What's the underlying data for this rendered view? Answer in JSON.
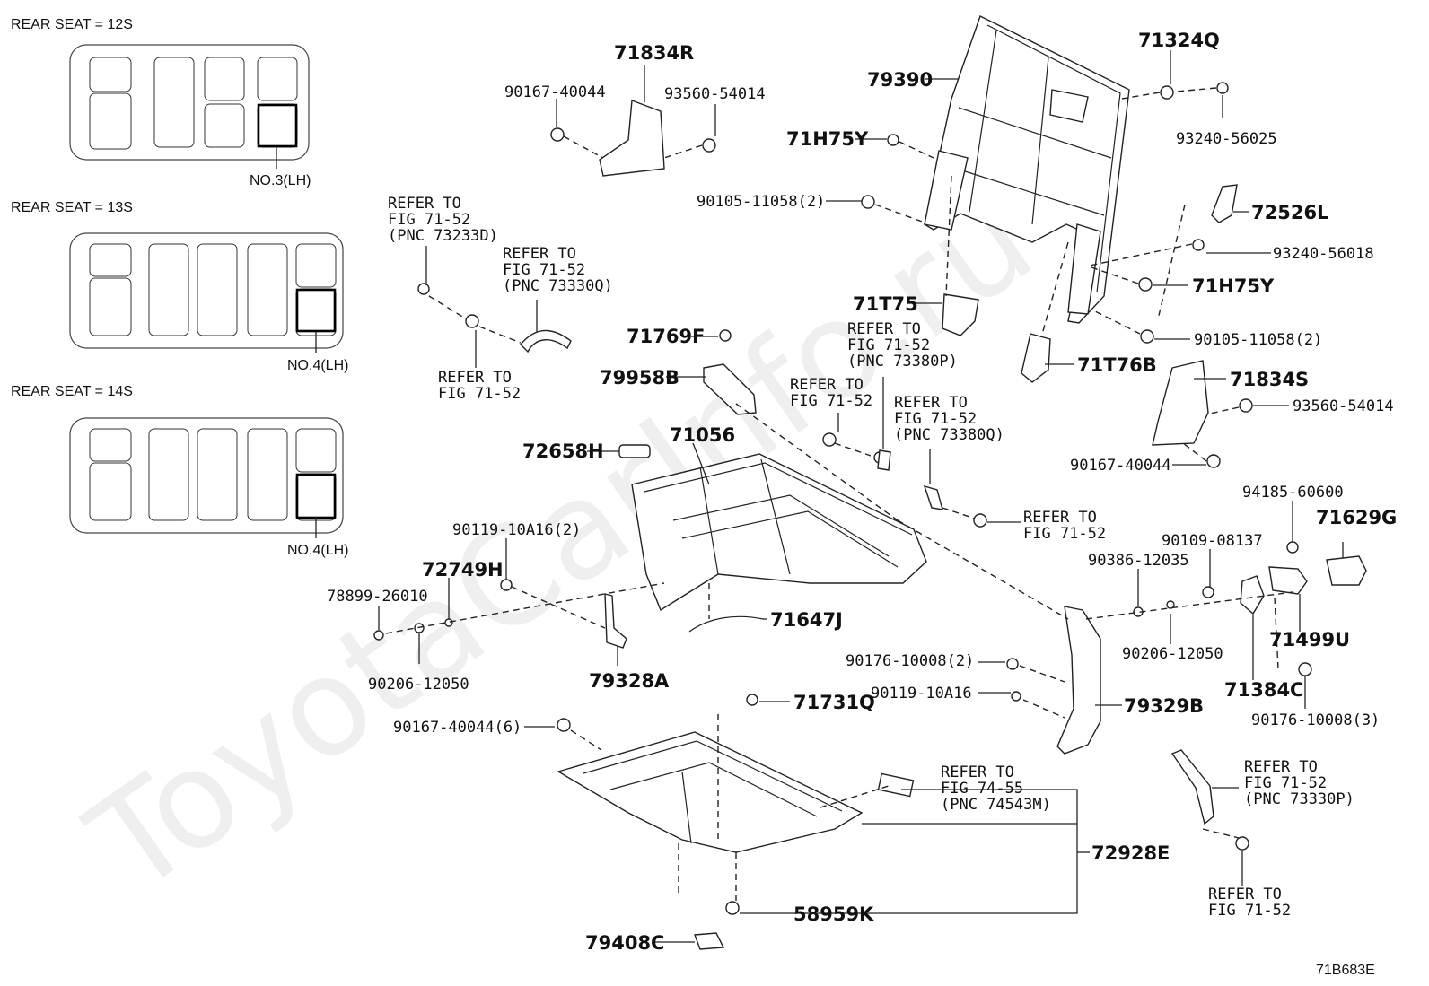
{
  "watermark": "ToyotaCarInfo.ru",
  "figure_code": "71B683E",
  "seat_maps": [
    {
      "title": "REAR SEAT = 12S",
      "selection": "NO.3(LH)"
    },
    {
      "title": "REAR SEAT = 13S",
      "selection": "NO.4(LH)"
    },
    {
      "title": "REAR SEAT = 14S",
      "selection": "NO.4(LH)"
    }
  ],
  "parts": {
    "p71834R": "71834R",
    "p90167_40044_a": "90167-40044",
    "p93560_54014_a": "93560-54014",
    "p79390": "79390",
    "p71324Q": "71324Q",
    "p93240_56025": "93240-56025",
    "p71H75Y_a": "71H75Y",
    "p90105_11058_a": "90105-11058(2)",
    "p72526L": "72526L",
    "p93240_56018": "93240-56018",
    "p71H75Y_b": "71H75Y",
    "p71T75": "71T75",
    "p90105_11058_b": "90105-11058(2)",
    "p71T76B": "71T76B",
    "p71834S": "71834S",
    "p93560_54014_b": "93560-54014",
    "p90167_40044_b": "90167-40044",
    "p71769F": "71769F",
    "p79958B": "79958B",
    "p72658H": "72658H",
    "p71056": "71056",
    "p90119_10A16_2": "90119-10A16(2)",
    "p72749H": "72749H",
    "p78899_26010": "78899-26010",
    "p90206_12050_a": "90206-12050",
    "p79328A": "79328A",
    "p71647J": "71647J",
    "p94185_60600": "94185-60600",
    "p71629G": "71629G",
    "p90109_08137": "90109-08137",
    "p90386_12035": "90386-12035",
    "p90206_12050_b": "90206-12050",
    "p71499U": "71499U",
    "p71384C": "71384C",
    "p90176_10008_3": "90176-10008(3)",
    "p90176_10008_2": "90176-10008(2)",
    "p90119_10A16": "90119-10A16",
    "p79329B": "79329B",
    "p71731Q": "71731Q",
    "p90167_40044_6": "90167-40044(6)",
    "p72928E": "72928E",
    "p58959K": "58959K",
    "p79408C": "79408C"
  },
  "refs": {
    "r73233D": [
      "REFER TO",
      "FIG 71-52",
      "(PNC 73233D)"
    ],
    "r73330Q": [
      "REFER TO",
      "FIG 71-52",
      "(PNC 73330Q)"
    ],
    "r_bolt_a": [
      "REFER TO",
      "FIG 71-52"
    ],
    "r73380P": [
      "REFER TO",
      "FIG 71-52",
      "(PNC 73380P)"
    ],
    "r_clip": [
      "REFER TO",
      "FIG 71-52"
    ],
    "r73380Q": [
      "REFER TO",
      "FIG 71-52",
      "(PNC 73380Q)"
    ],
    "r_bolt_b": [
      "REFER TO",
      "FIG 71-52"
    ],
    "r74543M": [
      "REFER TO",
      "FIG 74-55",
      "(PNC 74543M)"
    ],
    "r73330P": [
      "REFER TO",
      "FIG 71-52",
      "(PNC 73330P)"
    ],
    "r_bolt_c": [
      "REFER TO",
      "FIG 71-52"
    ]
  }
}
